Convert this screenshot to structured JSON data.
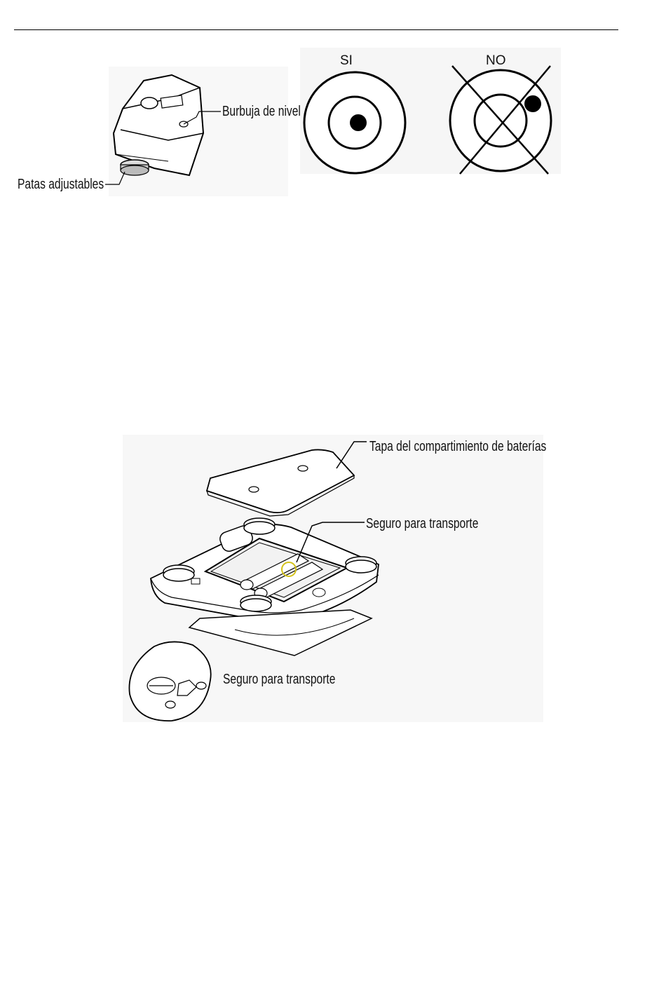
{
  "figure1": {
    "label_level_bubble": "Burbuja de nivel",
    "label_adjustable_feet": "Patas adjustables",
    "yes_label": "SI",
    "no_label": "NO"
  },
  "figure2": {
    "label_battery_cover": "Tapa del compartimiento de baterías",
    "label_transport_lock": "Seguro para transporte",
    "label_transport_lock_detail": "Seguro para transporte"
  }
}
